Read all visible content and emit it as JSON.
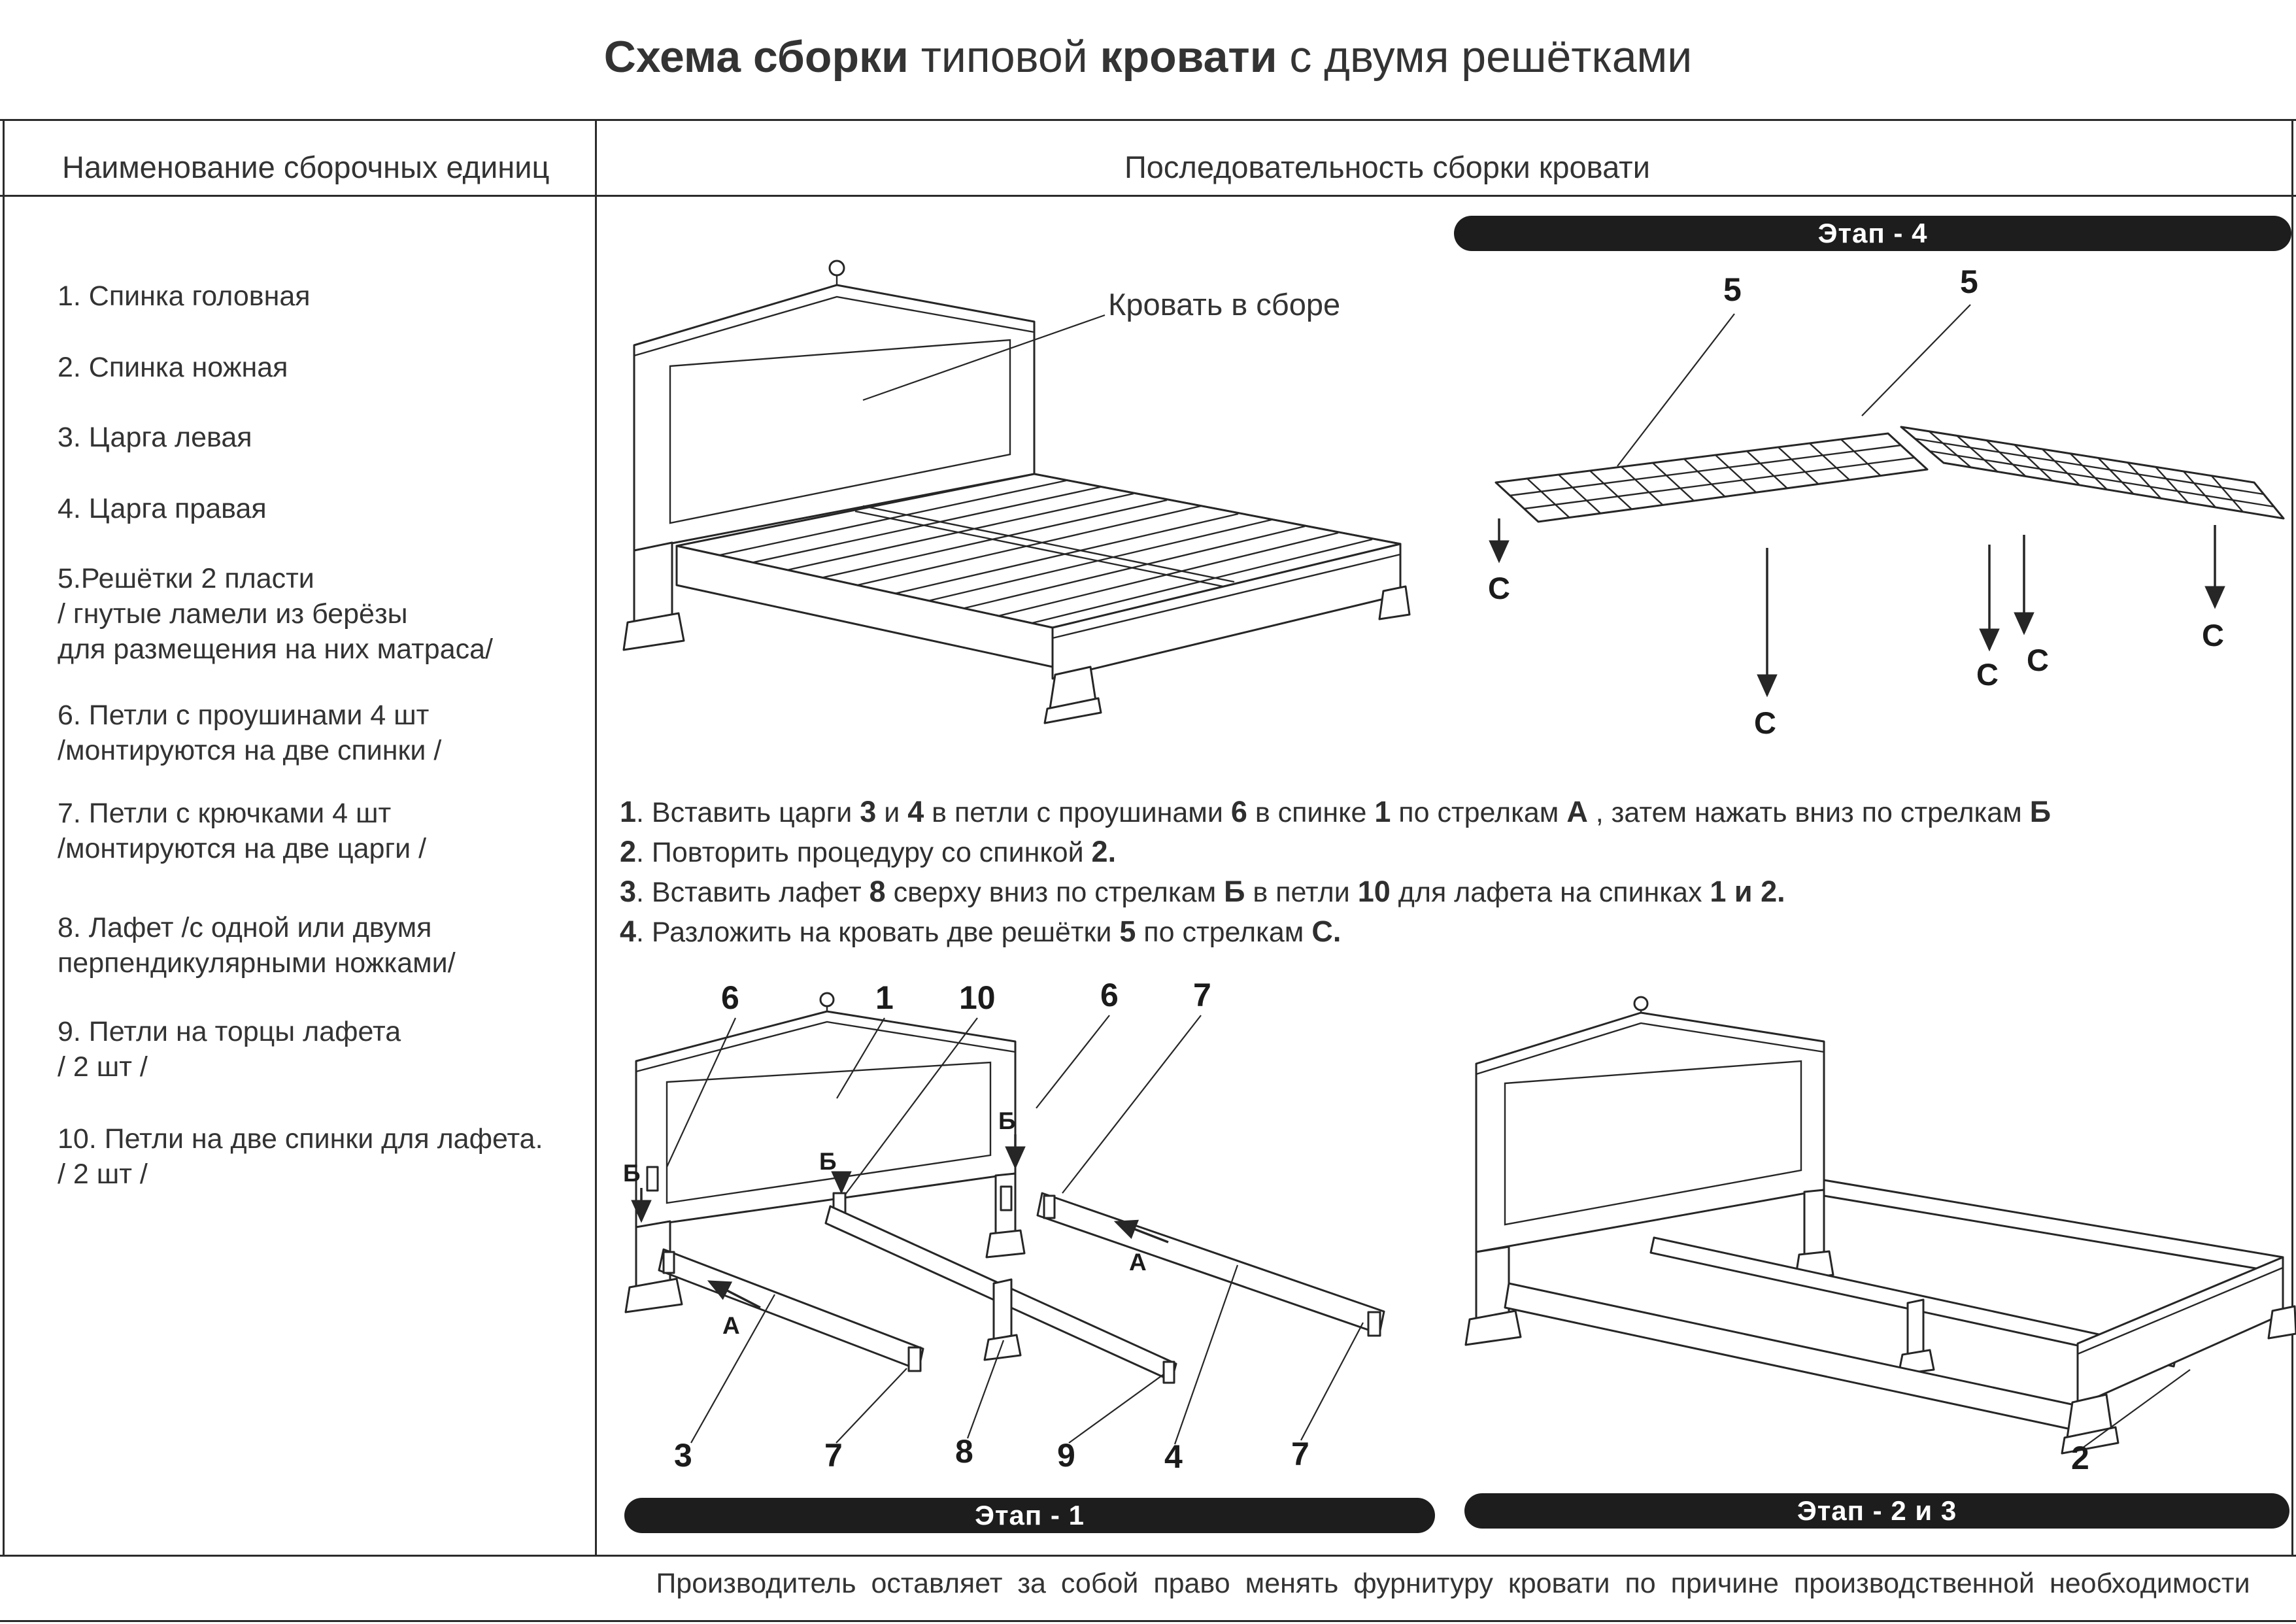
{
  "title": {
    "seg1": "Схема сборки",
    "seg2": " типовой ",
    "seg3": "кровати",
    "seg4": " с двумя решётками"
  },
  "columns": {
    "left_header": "Наименование  сборочных единиц",
    "right_header": "Последовательность сборки кровати"
  },
  "parts_list": {
    "items": [
      {
        "lines": [
          "1.   Спинка головная"
        ]
      },
      {
        "lines": [
          "2. Спинка ножная"
        ]
      },
      {
        "lines": [
          "3. Царга левая"
        ]
      },
      {
        "lines": [
          "4. Царга правая"
        ]
      },
      {
        "lines": [
          "5.Решётки  2 пласти",
          "/ гнутые ламели из берёзы",
          "для размещения на них матраса/"
        ]
      },
      {
        "lines": [
          "6. Петли с проушинами 4 шт",
          "/монтируются на две спинки /"
        ]
      },
      {
        "lines": [
          "7. Петли с крючками 4 шт",
          "/монтируются на две царги /"
        ]
      },
      {
        "lines": [
          "8. Лафет /с одной или двумя",
          "перпендикулярными ножками/"
        ]
      },
      {
        "lines": [
          "9. Петли на торцы лафета",
          "/ 2 шт /"
        ]
      },
      {
        "lines": [
          "10. Петли на две спинки для лафета.",
          "/ 2 шт /"
        ]
      }
    ]
  },
  "assembled": {
    "label": "Кровать в сборе"
  },
  "banners": {
    "stage4": "Этап -  4",
    "stage1": "Этап - 1",
    "stage23": "Этап -  2 и 3"
  },
  "instructions": [
    {
      "segments": [
        {
          "t": "1",
          "b": true
        },
        {
          "t": ". Вставить царги ",
          "b": false
        },
        {
          "t": "3",
          "b": true
        },
        {
          "t": " и ",
          "b": false
        },
        {
          "t": "4",
          "b": true
        },
        {
          "t": " в петли с проушинами ",
          "b": false
        },
        {
          "t": "6",
          "b": true
        },
        {
          "t": " в спинке ",
          "b": false
        },
        {
          "t": "1",
          "b": true
        },
        {
          "t": " по стрелкам ",
          "b": false
        },
        {
          "t": "А",
          "b": true
        },
        {
          "t": " , затем нажать вниз по стрелкам ",
          "b": false
        },
        {
          "t": "Б",
          "b": true
        }
      ]
    },
    {
      "segments": [
        {
          "t": "2",
          "b": true
        },
        {
          "t": ". Повторить процедуру со спинкой ",
          "b": false
        },
        {
          "t": "2.",
          "b": true
        }
      ]
    },
    {
      "segments": [
        {
          "t": "3",
          "b": true
        },
        {
          "t": ". Вставить лафет ",
          "b": false
        },
        {
          "t": "8",
          "b": true
        },
        {
          "t": " сверху вниз по стрелкам ",
          "b": false
        },
        {
          "t": "Б",
          "b": true
        },
        {
          "t": " в петли ",
          "b": false
        },
        {
          "t": "10",
          "b": true
        },
        {
          "t": " для лафета на спинках ",
          "b": false
        },
        {
          "t": "1 и 2.",
          "b": true
        }
      ]
    },
    {
      "segments": [
        {
          "t": "4",
          "b": true
        },
        {
          "t": ". Разложить на кровать две решётки ",
          "b": false
        },
        {
          "t": "5",
          "b": true
        },
        {
          "t": "  по стрелкам ",
          "b": false
        },
        {
          "t": "С.",
          "b": true
        }
      ]
    }
  ],
  "footer": {
    "text": "Производитель  оставляет  за  собой  право  менять  фурнитуру  кровати  по  причине производственной необходимости"
  },
  "callouts": {
    "stage4": {
      "five_a": "5",
      "five_b": "5",
      "c1": "С",
      "c2": "С",
      "c3": "С",
      "c4": "С",
      "c5": "С"
    },
    "stage1": {
      "n6a": "6",
      "n1": "1",
      "n10": "10",
      "n6b": "6",
      "n7a": "7",
      "ba": "Б",
      "bb": "Б",
      "bc": "Б",
      "aa": "А",
      "ab": "А",
      "n3": "3",
      "n7b": "7",
      "n8": "8",
      "n9": "9",
      "n4": "4",
      "n7c": "7"
    },
    "stage23": {
      "n2": "2"
    }
  },
  "colors": {
    "ink": "#262626",
    "banner_bg": "#1d1d1d",
    "paper": "#ffffff"
  }
}
